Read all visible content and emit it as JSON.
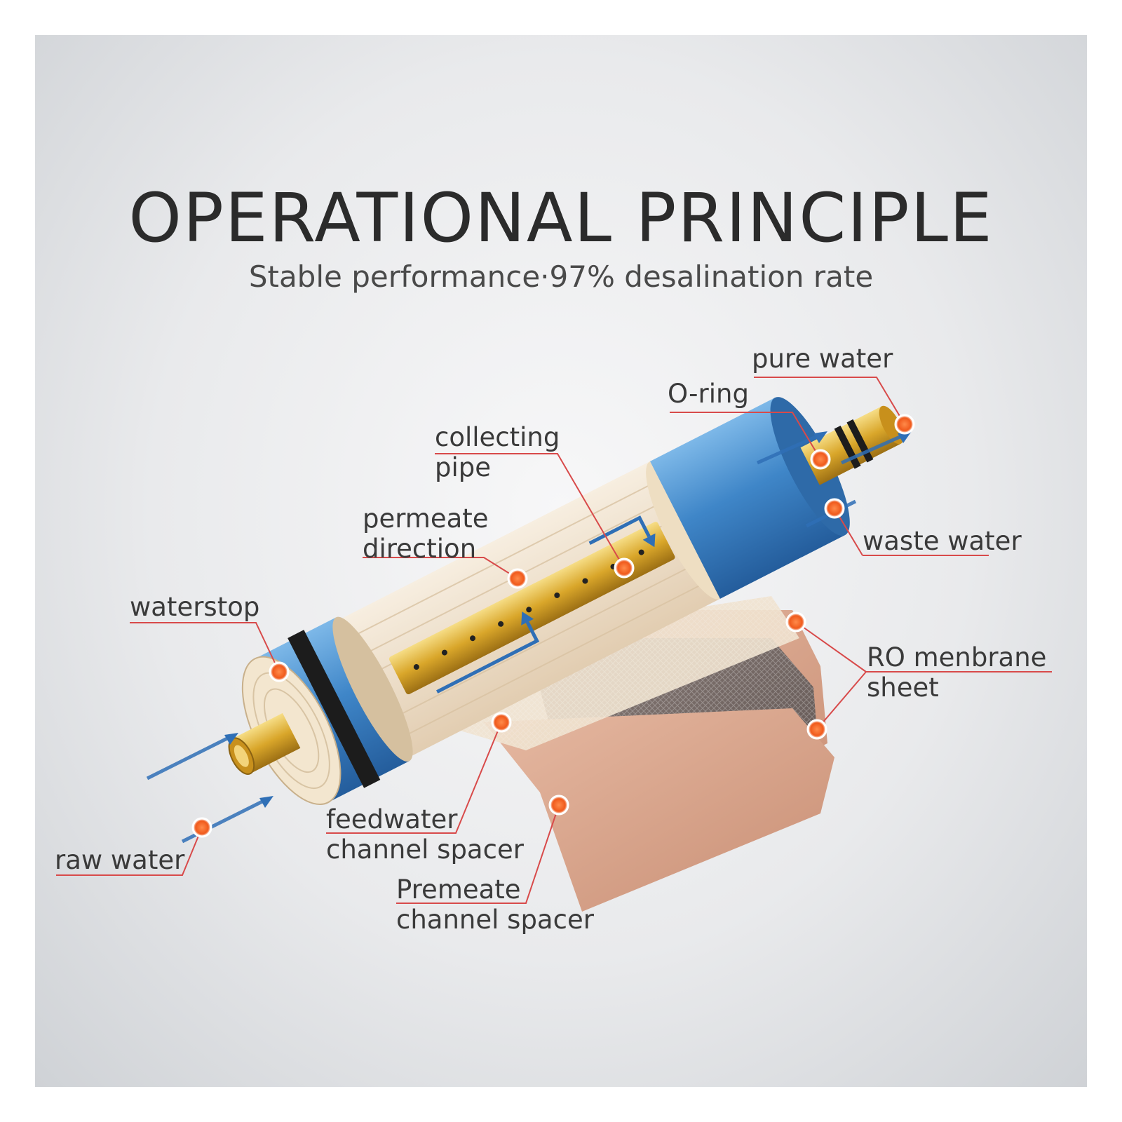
{
  "title": "OPERATIONAL PRINCIPLE",
  "subtitle": "Stable performance·97% desalination rate",
  "labels": {
    "pure_water": "pure water",
    "o_ring": "O-ring",
    "collecting_pipe_1": "collecting",
    "collecting_pipe_2": "pipe",
    "permeate_direction_1": "permeate",
    "permeate_direction_2": "direction",
    "waste_water": "waste water",
    "waterstop": "waterstop",
    "ro_membrane_1": "RO menbrane",
    "ro_membrane_2": "sheet",
    "raw_water": "raw water",
    "feedwater_spacer_1": "feedwater",
    "feedwater_spacer_2": "channel spacer",
    "premeate_spacer_1": "Premeate",
    "premeate_spacer_2": "channel spacer"
  },
  "colors": {
    "housing_blue": "#3f86c8",
    "pipe_gold": "#d9a62a",
    "callout_dot": "#f05a1c",
    "leader_line": "#d84a4a",
    "sheet_pink": "#d9a48c",
    "sheet_dark": "#6e625f",
    "flow_arrow": "#2f6fb6"
  }
}
